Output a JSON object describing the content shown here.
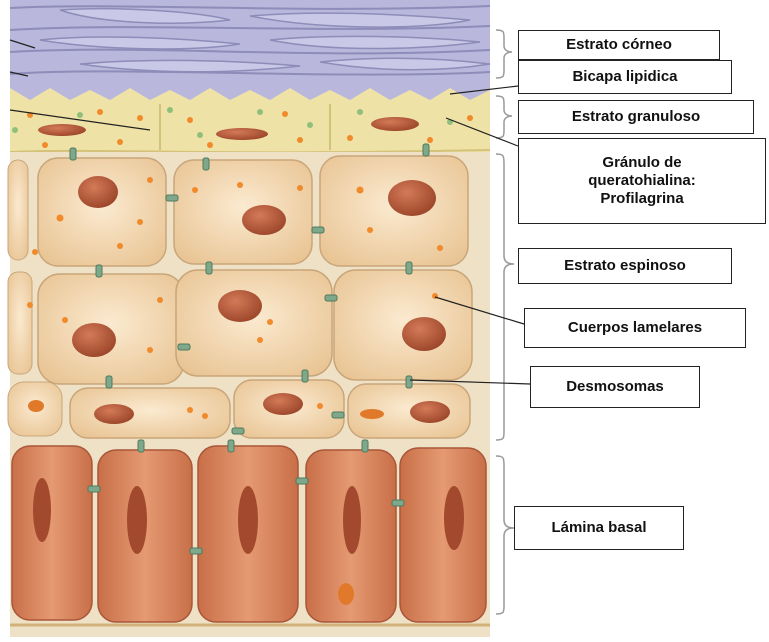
{
  "diagram": {
    "labels": {
      "estrato_corneo": "Estrato córneo",
      "bicapa_lipidica": "Bicapa lipidica",
      "estrato_granuloso": "Estrato granuloso",
      "granulo_line1": "Gránulo de",
      "granulo_line2": "queratohialina:",
      "granulo_line3": "Profilagrina",
      "estrato_espinoso": "Estrato espinoso",
      "cuerpos_lamelares": "Cuerpos lamelares",
      "desmosomas": "Desmosomas",
      "lamina_basal": "Lámina basal"
    },
    "colors": {
      "corneo_fill": "#b9b7dc",
      "granular_fill": "#efe2a6",
      "spinous_fill": "#f3dcb5",
      "basal_fill": "#d98a63",
      "nucleus": "#b85a3c",
      "granule_orange": "#f08a2a",
      "granule_green": "#8fbf7a",
      "desmosome": "#7fa88a"
    }
  }
}
